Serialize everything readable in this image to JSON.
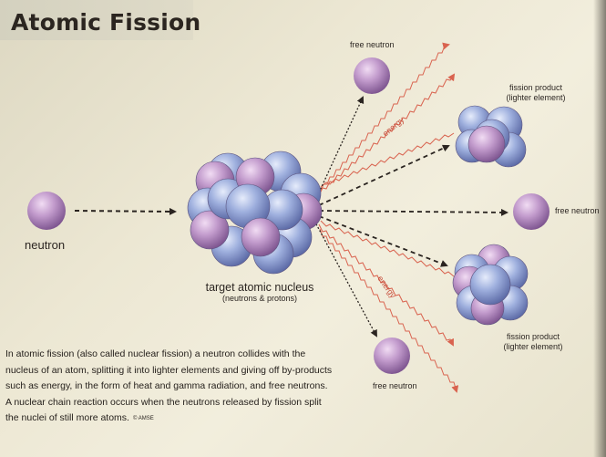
{
  "title": "Atomic Fission",
  "labels": {
    "neutron": "neutron",
    "target_nucleus": "target atomic nucleus",
    "target_nucleus_note": "(neutrons & protons)",
    "free_neutron_top": "free neutron",
    "free_neutron_right": "free neutron",
    "free_neutron_bottom": "free neutron",
    "fission_product_top_1": "fission product",
    "fission_product_top_2": "(lighter element)",
    "fission_product_bottom_1": "fission product",
    "fission_product_bottom_2": "(lighter element)",
    "energy_top": "energy",
    "energy_bottom": "energy"
  },
  "description": "In atomic fission (also called nuclear fission) a neutron collides with the nucleus of an atom, splitting it into lighter elements and giving off by-products such as energy, in the form of heat and gamma radiation, and free neutrons. A nuclear chain reaction occurs when the neutrons released by fission split the nuclei of still more atoms.",
  "credit": "© AMSE",
  "colors": {
    "neutron": "#b486c0",
    "proton": "#8a9cd4",
    "energy_ray": "#d9634f",
    "arrow": "#2a2420",
    "background": "#ece7d3"
  }
}
